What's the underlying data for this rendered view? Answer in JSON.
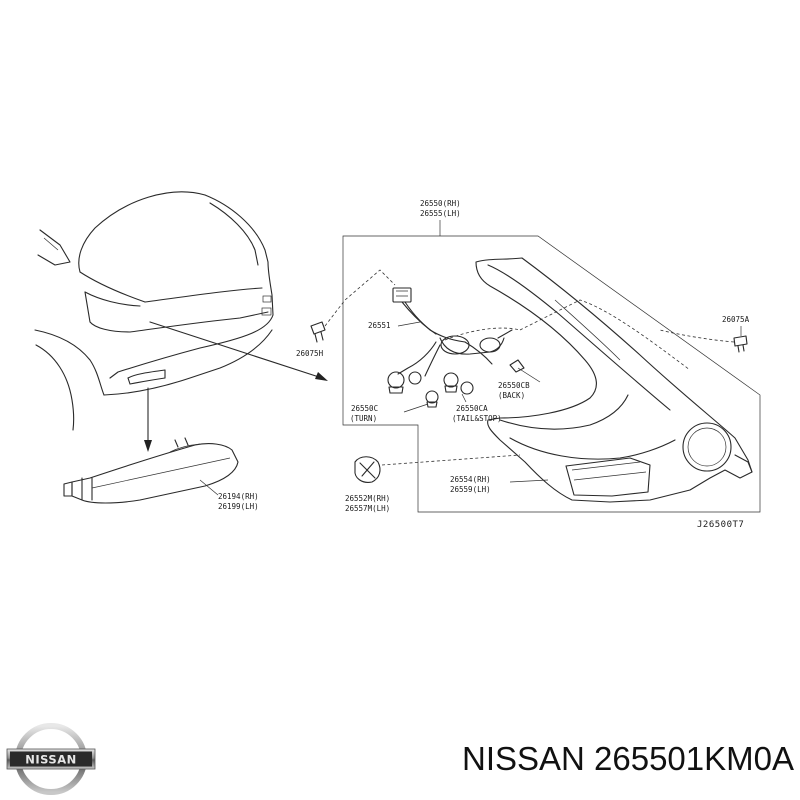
{
  "logo": {
    "text": "NISSAN"
  },
  "title": "NISSAN 265501KM0A",
  "labels": {
    "assembly_rh": "26550(RH)",
    "assembly_lh": "26555(LH)",
    "clip_left": "26075H",
    "harness": "26551",
    "clip_right": "26075A",
    "bulb_back_code": "26550CB",
    "bulb_back_name": "(BACK)",
    "bulb_turn_code": "26550C",
    "bulb_turn_name": "(TURN)",
    "bulb_tail_code": "26550CA",
    "bulb_tail_name": "(TAIL&STOP)",
    "lens_rh": "26554(RH)",
    "lens_lh": "26559(LH)",
    "socket_rh": "26552M(RH)",
    "socket_lh": "26557M(LH)",
    "reflector_rh": "26194(RH)",
    "reflector_lh": "26199(LH)",
    "drawing_code": "J26500T7"
  }
}
